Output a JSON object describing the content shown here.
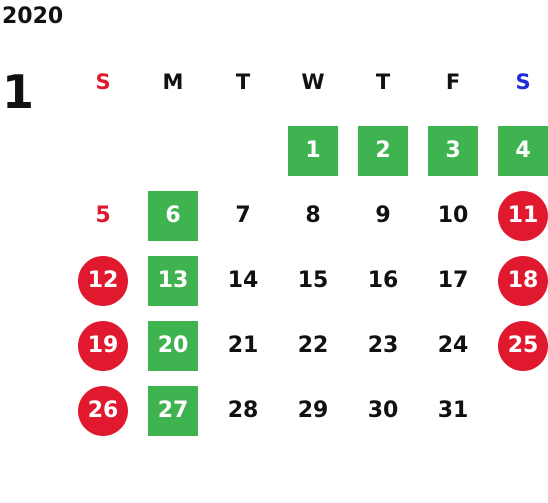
{
  "calendar": {
    "year": "2020",
    "month": "1",
    "weekdays": [
      {
        "label": "S",
        "color": "#e1192f"
      },
      {
        "label": "M",
        "color": "#111111"
      },
      {
        "label": "T",
        "color": "#111111"
      },
      {
        "label": "W",
        "color": "#111111"
      },
      {
        "label": "T",
        "color": "#111111"
      },
      {
        "label": "F",
        "color": "#111111"
      },
      {
        "label": "S",
        "color": "#1f2ad6"
      }
    ],
    "days": [
      {
        "day": "1",
        "style": "green"
      },
      {
        "day": "2",
        "style": "green"
      },
      {
        "day": "3",
        "style": "green"
      },
      {
        "day": "4",
        "style": "green"
      },
      {
        "day": "5",
        "style": "sunday-text"
      },
      {
        "day": "6",
        "style": "green"
      },
      {
        "day": "7",
        "style": "plain"
      },
      {
        "day": "8",
        "style": "plain"
      },
      {
        "day": "9",
        "style": "plain"
      },
      {
        "day": "10",
        "style": "plain"
      },
      {
        "day": "11",
        "style": "red"
      },
      {
        "day": "12",
        "style": "red"
      },
      {
        "day": "13",
        "style": "green"
      },
      {
        "day": "14",
        "style": "plain"
      },
      {
        "day": "15",
        "style": "plain"
      },
      {
        "day": "16",
        "style": "plain"
      },
      {
        "day": "17",
        "style": "plain"
      },
      {
        "day": "18",
        "style": "red"
      },
      {
        "day": "19",
        "style": "red"
      },
      {
        "day": "20",
        "style": "green"
      },
      {
        "day": "21",
        "style": "plain"
      },
      {
        "day": "22",
        "style": "plain"
      },
      {
        "day": "23",
        "style": "plain"
      },
      {
        "day": "24",
        "style": "plain"
      },
      {
        "day": "25",
        "style": "red"
      },
      {
        "day": "26",
        "style": "red"
      },
      {
        "day": "27",
        "style": "green"
      },
      {
        "day": "28",
        "style": "plain"
      },
      {
        "day": "29",
        "style": "plain"
      },
      {
        "day": "30",
        "style": "plain"
      },
      {
        "day": "31",
        "style": "plain"
      }
    ]
  },
  "colors": {
    "green": "#3fb34f",
    "red": "#e1192f",
    "blue": "#1f2ad6",
    "text": "#111111"
  }
}
